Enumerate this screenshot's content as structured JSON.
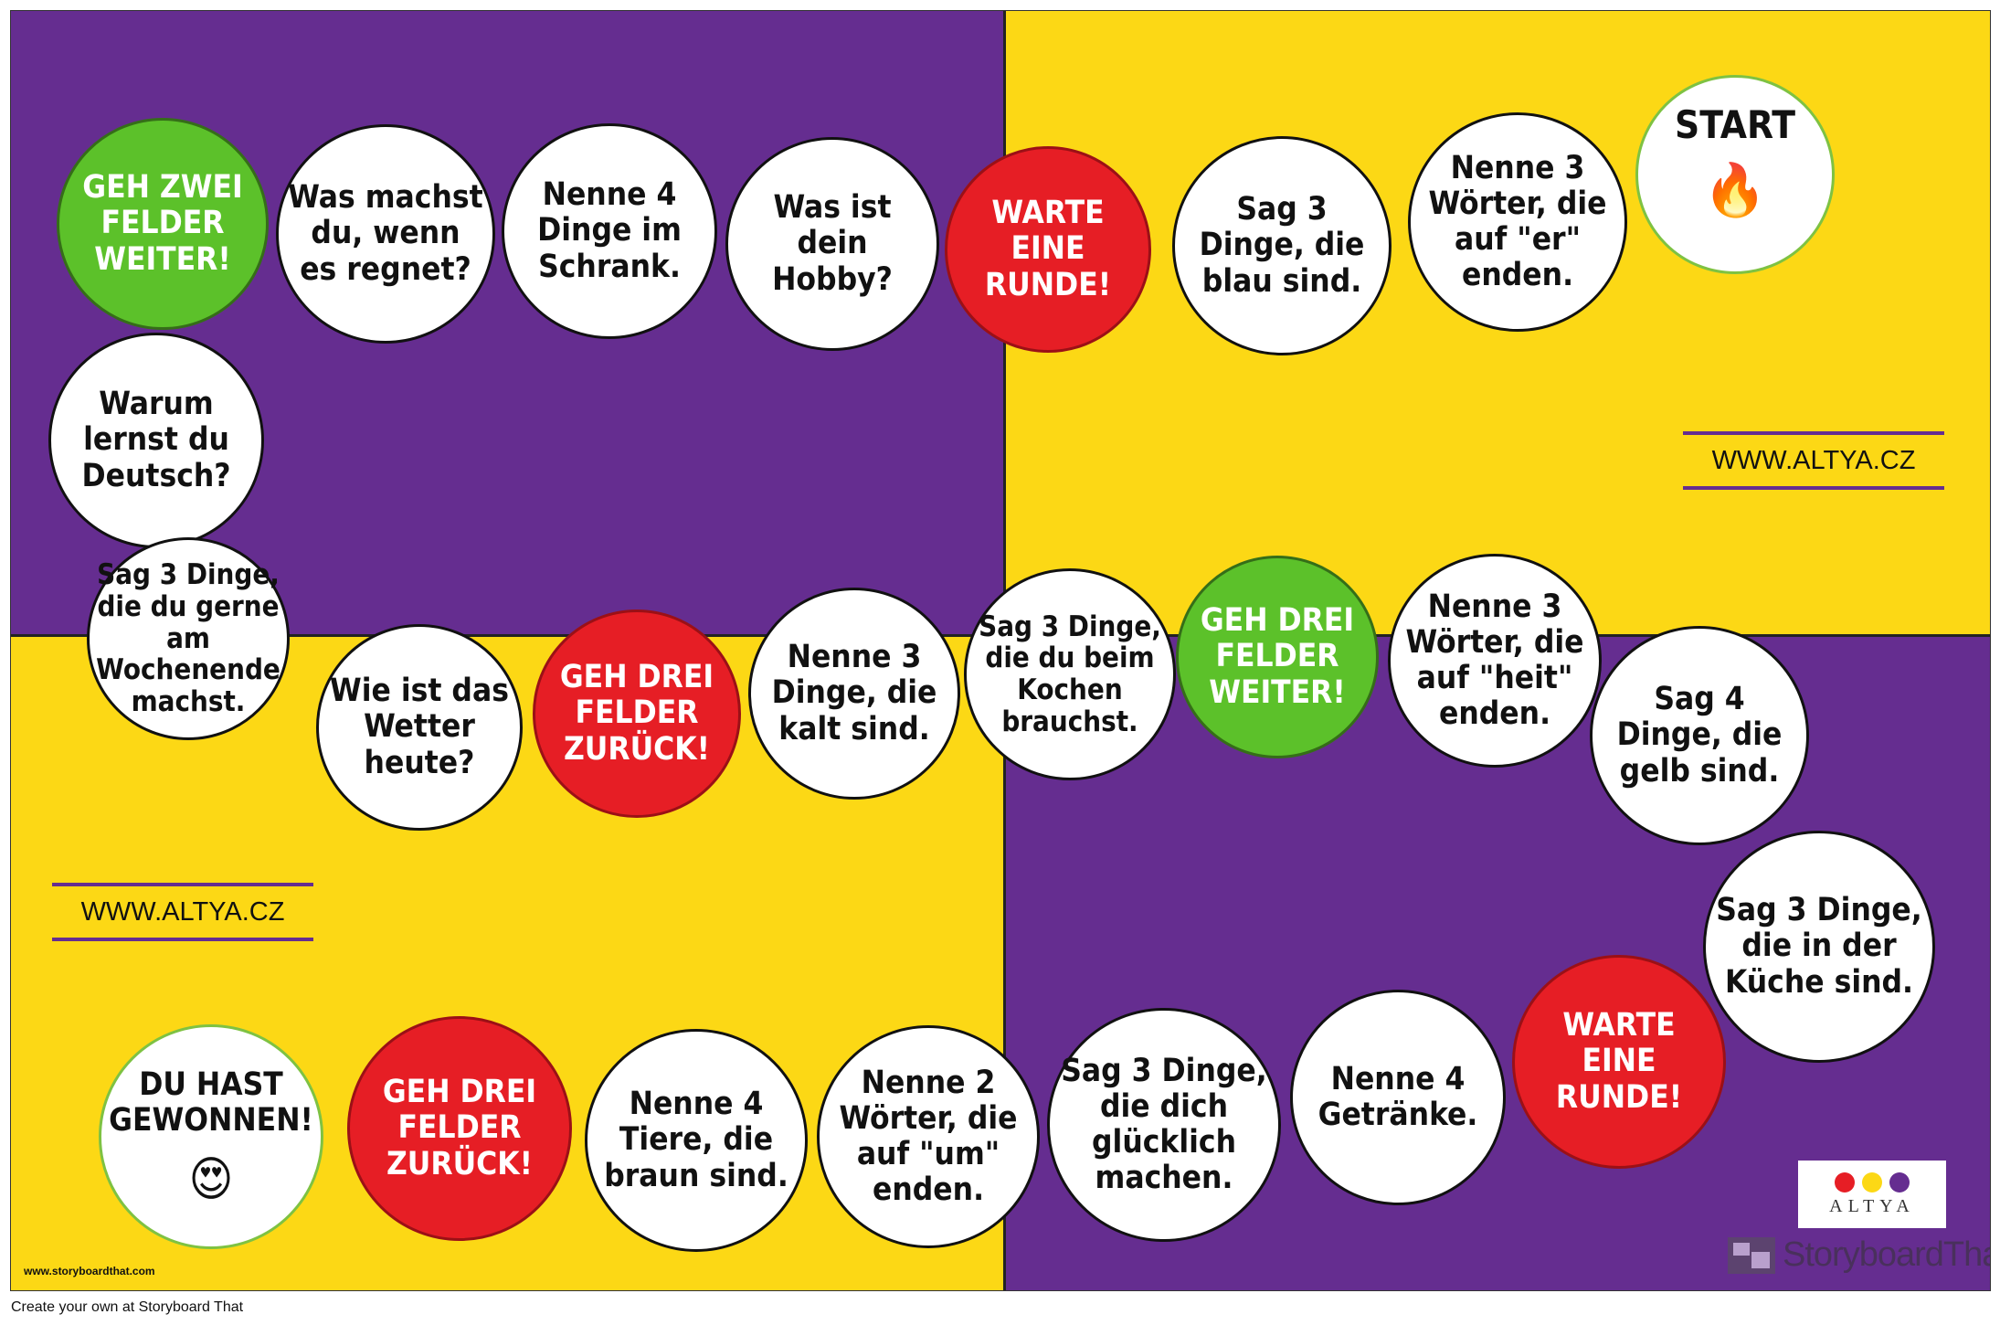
{
  "board": {
    "spaces": [
      {
        "id": "start",
        "text": "START",
        "icon": "🔥",
        "type": "start"
      },
      {
        "id": "s1",
        "text": "Nenne 3 Wörter, die auf \"er\" enden.",
        "type": "white"
      },
      {
        "id": "s2",
        "text": "Sag 3 Dinge, die blau sind.",
        "type": "white"
      },
      {
        "id": "s3",
        "text": "WARTE EINE RUNDE!",
        "type": "red"
      },
      {
        "id": "s4",
        "text": "Was ist dein Hobby?",
        "type": "white"
      },
      {
        "id": "s5",
        "text": "Nenne 4 Dinge im Schrank.",
        "type": "white"
      },
      {
        "id": "s6",
        "text": "Was machst du, wenn es regnet?",
        "type": "white"
      },
      {
        "id": "s7",
        "text": "GEH ZWEI FELDER WEITER!",
        "type": "green"
      },
      {
        "id": "s8",
        "text": "Warum lernst du Deutsch?",
        "type": "white"
      },
      {
        "id": "s9",
        "text": "Sag 3 Dinge, die du gerne am Wochenende machst.",
        "type": "white"
      },
      {
        "id": "s10",
        "text": "Wie ist das Wetter heute?",
        "type": "white"
      },
      {
        "id": "s11",
        "text": "GEH DREI FELDER ZURÜCK!",
        "type": "red"
      },
      {
        "id": "s12",
        "text": "Nenne 3 Dinge, die kalt sind.",
        "type": "white"
      },
      {
        "id": "s13",
        "text": "Sag 3 Dinge, die du beim Kochen brauchst.",
        "type": "white"
      },
      {
        "id": "s14",
        "text": "GEH DREI FELDER WEITER!",
        "type": "green"
      },
      {
        "id": "s15",
        "text": "Nenne 3 Wörter, die auf \"heit\" enden.",
        "type": "white"
      },
      {
        "id": "s16",
        "text": "Sag 4 Dinge, die gelb sind.",
        "type": "white"
      },
      {
        "id": "s17",
        "text": "Sag 3 Dinge, die in der Küche sind.",
        "type": "white"
      },
      {
        "id": "s18",
        "text": "WARTE EINE RUNDE!",
        "type": "red"
      },
      {
        "id": "s19",
        "text": "Nenne 4 Getränke.",
        "type": "white"
      },
      {
        "id": "s20",
        "text": "Sag 3 Dinge, die dich glücklich machen.",
        "type": "white"
      },
      {
        "id": "s21",
        "text": "Nenne 2 Wörter, die auf \"um\" enden.",
        "type": "white"
      },
      {
        "id": "s22",
        "text": "Nenne 4 Tiere, die braun sind.",
        "type": "white"
      },
      {
        "id": "s23",
        "text": "GEH DREI FELDER ZURÜCK!",
        "type": "red"
      },
      {
        "id": "finish",
        "text": "DU HAST GEWONNEN!",
        "icon": "😍",
        "type": "start"
      }
    ],
    "site_label_top": "WWW.ALTYA.CZ",
    "site_label_bottom": "WWW.ALTYA.CZ",
    "logo_text": "ALTYA",
    "watermark": "StoryboardThat",
    "small_url": "www.storyboardthat.com"
  },
  "footer": "Create your own at Storyboard That",
  "colors": {
    "purple": "#652d90",
    "yellow": "#fcd815",
    "red": "#e61e25",
    "green": "#5cc12a"
  }
}
